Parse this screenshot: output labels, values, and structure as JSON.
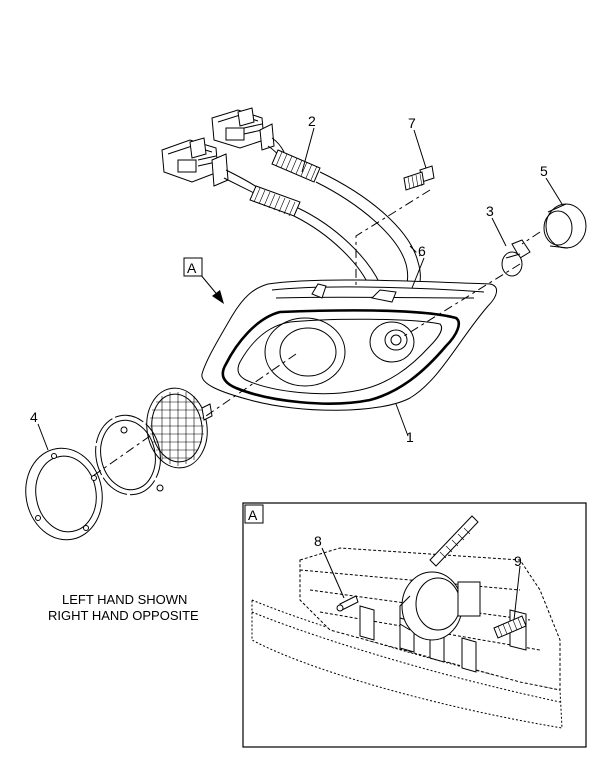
{
  "callouts": {
    "c1": "1",
    "c2": "2",
    "c3": "3",
    "c4": "4",
    "c5": "5",
    "c6": "6",
    "c7": "7",
    "c8": "8",
    "c9": "9"
  },
  "view_label": "A",
  "detail_label": "A",
  "note": {
    "line1": "LEFT HAND SHOWN",
    "line2": "RIGHT HAND OPPOSITE"
  }
}
